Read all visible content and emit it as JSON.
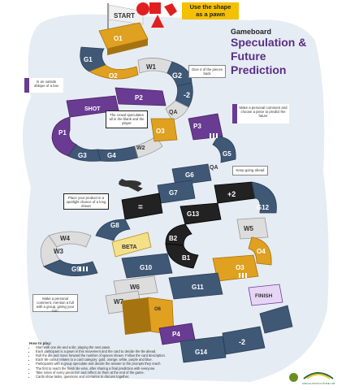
{
  "header": {
    "kicker": "Gameboard",
    "title_line1": "Speculation &",
    "title_line2": "Future",
    "title_line3": "Prediction"
  },
  "pawn_note": {
    "line1": "Use the shape",
    "line2": "as a pawn"
  },
  "tiles": {
    "start": "START",
    "o1": "O1",
    "g1": "G1",
    "o2": "O2",
    "w1": "W1",
    "g2": "G2",
    "minus2_top": "-2",
    "p2": "P2",
    "qa_top": "QA",
    "shot": "SHOT",
    "p1": "P1",
    "o3": "O3",
    "p3": "P3",
    "g3": "G3",
    "g4": "G4",
    "w2": "W2",
    "g5": "G5",
    "qa_mid": "QA",
    "g6": "G6",
    "g7": "G7",
    "plus2": "+2",
    "g8": "G8",
    "g13": "G13",
    "g12": "G12",
    "b2": "B2",
    "w5": "W5",
    "b1": "B1",
    "w4": "W4",
    "beta": "BETA",
    "o4": "O4",
    "w3": "W3",
    "g9": "G9",
    "g10": "G10",
    "o5": "O3",
    "w6": "W6",
    "g11": "G11",
    "finish": "FINISH",
    "w7": "W7",
    "p4": "P4",
    "g14": "G14",
    "minus2_bottom": "-2"
  },
  "callouts": {
    "c1": "Give 4 of the pieces back",
    "c2": "In an outside oblique of a box",
    "c3": "The crowd speculates all in the blank and the player",
    "c4": "Make a personal comment and choose a piece to predict the future",
    "c5": "Keep going ahead",
    "c6": "Place your product in a spotlight chance of a long drawn",
    "c7": "Make a personal comment, mention a full with a group, giving your turn"
  },
  "instructions": {
    "heading": "How to play:",
    "items": [
      "Start with one die and a tile; playing the next pawn.",
      "Each participant is a pawn in this movement and the card to decide the tile ahead.",
      "Roll the die and move forward the number of spaces shown. Follow the card description.",
      "Each tile colour relates to a card category: gold, orange, white, purple and blue.",
      "Participants with a group speculate and decide the answer to the prompts they reach.",
      "The first to reach the finish tile wins, after sharing a final prediction with everyone.",
      "Take notes of every prediction and reflect on them at the end of the game.",
      "Cards show tasks, questions and scenarios to discuss together."
    ]
  },
  "logos": {
    "org_text": "SPECULATION FUTURE LAB"
  },
  "colors": {
    "purple": "#6a3b92",
    "orange": "#e0a020",
    "slate": "#3f5876",
    "black": "#222222",
    "white": "#dddddd",
    "yellow": "#f5c000",
    "red": "#e02020"
  }
}
